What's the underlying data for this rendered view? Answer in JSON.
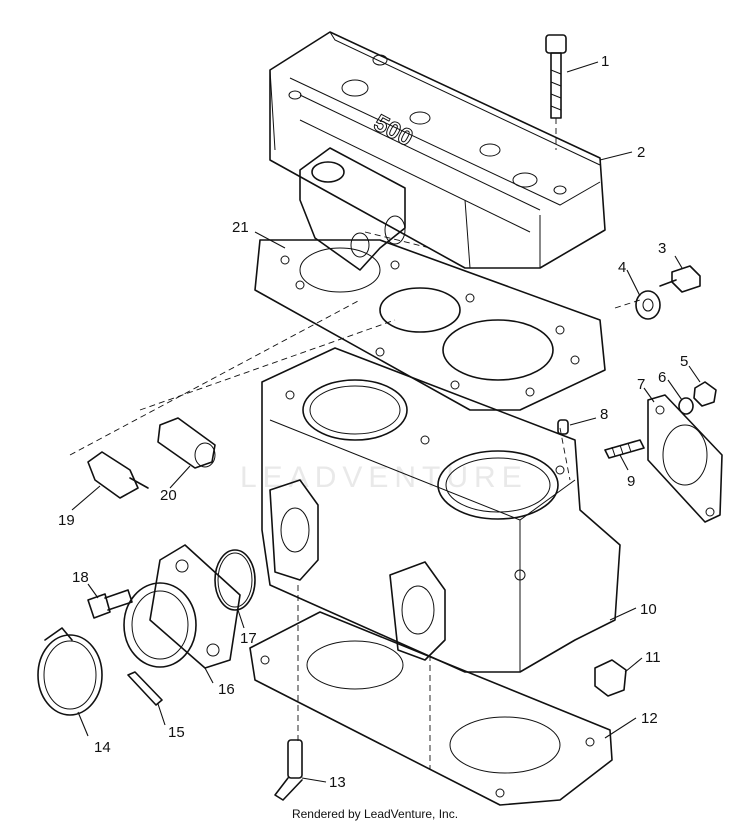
{
  "watermark": "LEADVENTURE",
  "engraving": "500",
  "footer": "Rendered by LeadVenture, Inc.",
  "callouts": {
    "c1": "1",
    "c2": "2",
    "c3": "3",
    "c4": "4",
    "c5": "5",
    "c6": "6",
    "c7": "7",
    "c8": "8",
    "c9": "9",
    "c10": "10",
    "c11": "11",
    "c12": "12",
    "c13": "13",
    "c14": "14",
    "c15": "15",
    "c16": "16",
    "c17": "17",
    "c18": "18",
    "c19": "19",
    "c20": "20",
    "c21": "21"
  }
}
